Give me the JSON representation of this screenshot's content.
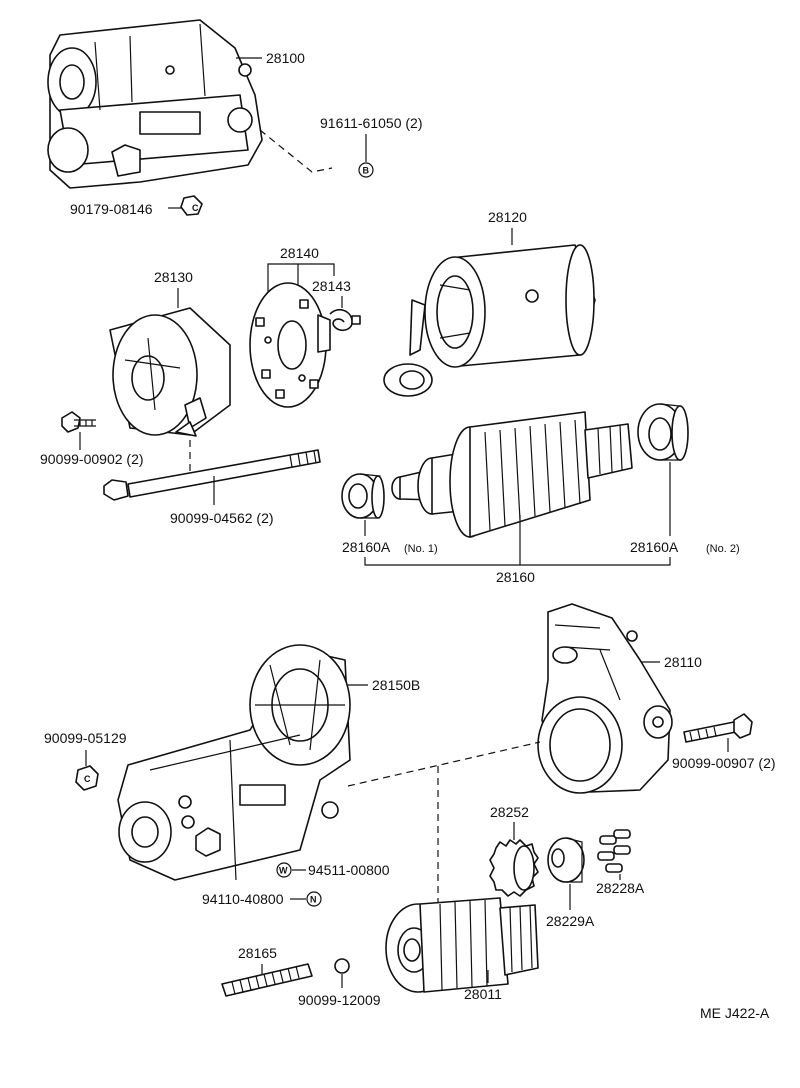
{
  "labels": {
    "p28100": "28100",
    "p91611": "91611-61050 (2)",
    "sym_b": "B",
    "p90179": "90179-08146",
    "sym_c": "C",
    "p28120": "28120",
    "p28140": "28140",
    "p28143": "28143",
    "p28130": "28130",
    "p90099_00902": "90099-00902 (2)",
    "p90099_04562": "90099-04562 (2)",
    "p28160a1_main": "28160A",
    "p28160a1_sub": "(No. 1)",
    "p28160a2_main": "28160A",
    "p28160a2_sub": "(No. 2)",
    "p28160": "28160",
    "p28110": "28110",
    "p28150b": "28150B",
    "p90099_05129": "90099-05129",
    "p90099_00907": "90099-00907 (2)",
    "p28252": "28252",
    "p94511": "94511-00800",
    "sym_w": "W",
    "p28228a": "28228A",
    "p94110": "94110-40800",
    "sym_n": "N",
    "p28229a": "28229A",
    "p28165": "28165",
    "p90099_12009": "90099-12009",
    "p28011": "28011",
    "fig_code": "ME  J422-A"
  }
}
